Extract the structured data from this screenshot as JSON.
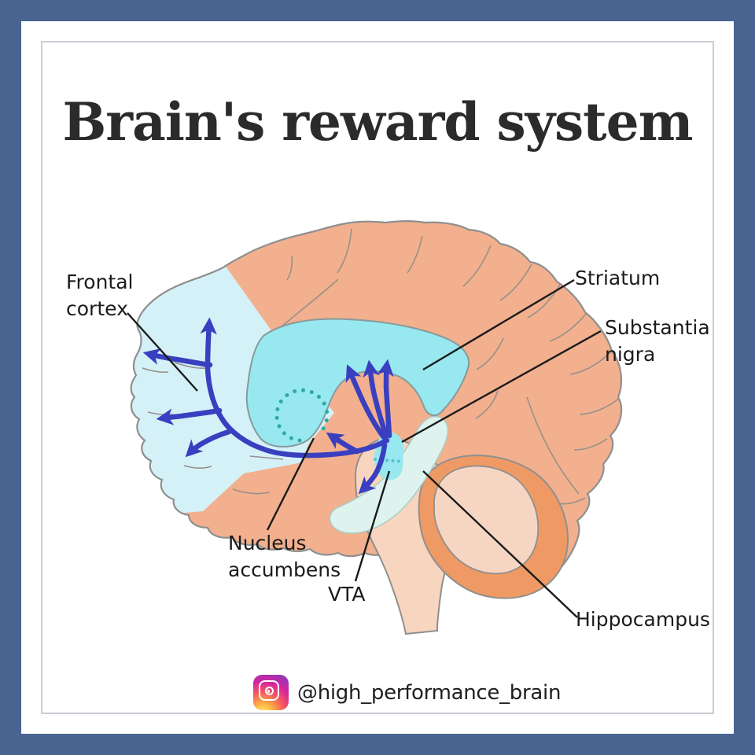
{
  "header": {
    "title": "Brain's reward system"
  },
  "diagram": {
    "type": "anatomy-illustration",
    "subject": "Sagittal brain section showing the dopamine reward pathways",
    "labels": [
      {
        "id": "frontal-cortex",
        "text": "Frontal\ncortex"
      },
      {
        "id": "striatum",
        "text": "Striatum"
      },
      {
        "id": "substantia-nigra",
        "text": "Substantia\nnigra"
      },
      {
        "id": "nucleus-accumbens",
        "text": "Nucleus\naccumbens"
      },
      {
        "id": "vta",
        "text": "VTA"
      },
      {
        "id": "hippocampus",
        "text": "Hippocampus"
      }
    ],
    "colors": {
      "frame_border": "#4a6492",
      "background": "#ffffff",
      "brain": "#f2b08e",
      "frontal_cortex_region": "#d4f1f8",
      "striatum_region": "#98e8f0",
      "pathway_arrows": "#3a3fc0",
      "dotted_marks": "#2fa8a8",
      "brainstem": "#f8d5bf",
      "cerebellum": "#ef9a64",
      "cerebellum_inner": "#f6d6c3",
      "hippocampus_region": "#def3ee",
      "leader_lines": "#1b1b1b"
    }
  },
  "footer": {
    "icon": "instagram-icon",
    "handle": "@high_performance_brain"
  }
}
